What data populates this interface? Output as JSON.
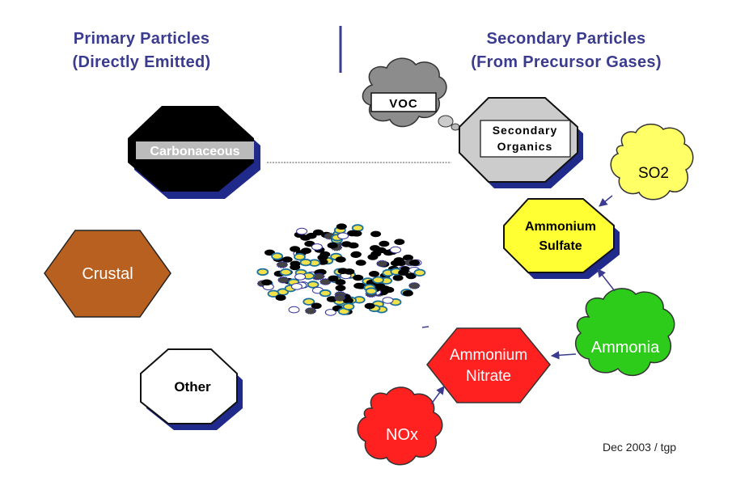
{
  "headers": {
    "primary_line1": "Primary Particles",
    "primary_line2": "(Directly Emitted)",
    "secondary_line1": "Secondary Particles",
    "secondary_line2": "(From Precursor Gases)"
  },
  "shapes": {
    "carbonaceous": "Carbonaceous",
    "crustal": "Crustal",
    "other": "Other",
    "secondary_organics_line1": "Secondary",
    "secondary_organics_line2": "Organics",
    "ammonium_sulfate_line1": "Ammonium",
    "ammonium_sulfate_line2": "Sulfate",
    "ammonium_nitrate_line1": "Ammonium",
    "ammonium_nitrate_line2": "Nitrate"
  },
  "clouds": {
    "voc": "VOC",
    "so2": "SO2",
    "ammonia": "Ammonia",
    "nox": "NOx"
  },
  "colors": {
    "header": "#3b3b8f",
    "shadow": "#1f2a8a",
    "crustal": "#b8601f",
    "ammonium_sulfate": "#ffff33",
    "ammonium_nitrate": "#ff2020",
    "ammonia_cloud": "#2ecc1a",
    "so2_cloud": "#ffff66",
    "nox_cloud": "#ff2020",
    "voc_cloud": "#8c8c8c",
    "secondary_organics": "#cccccc"
  },
  "footer": "Dec 2003 / tgp"
}
